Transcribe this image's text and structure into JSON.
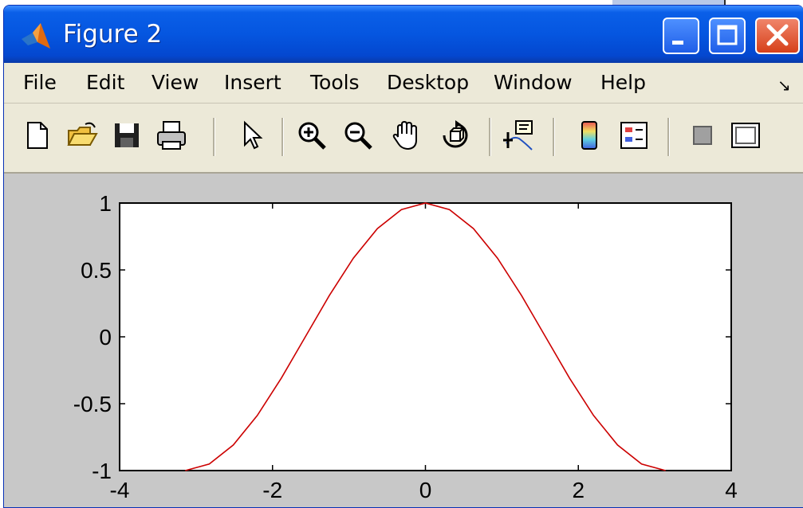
{
  "window": {
    "title": "Figure 2"
  },
  "menu": [
    {
      "label": "File"
    },
    {
      "label": "Edit"
    },
    {
      "label": "View"
    },
    {
      "label": "Insert"
    },
    {
      "label": "Tools"
    },
    {
      "label": "Desktop"
    },
    {
      "label": "Window"
    },
    {
      "label": "Help"
    }
  ],
  "toolbar": {
    "icons": [
      "new-figure-icon",
      "open-file-icon",
      "save-figure-icon",
      "print-figure-icon",
      "edit-plot-icon",
      "zoom-in-icon",
      "zoom-out-icon",
      "pan-icon",
      "rotate-3d-icon",
      "data-cursor-icon",
      "insert-colorbar-icon",
      "insert-legend-icon",
      "hide-plot-tools-icon",
      "show-plot-tools-icon"
    ]
  },
  "colors": {
    "titlebar": "#0556e0",
    "curve": "#cc0000",
    "figure_background": "#c8c8c8",
    "axes_background": "#ffffff"
  },
  "chart_data": {
    "type": "line",
    "title": "",
    "xlabel": "",
    "ylabel": "",
    "xlim": [
      -4,
      4
    ],
    "ylim": [
      -1,
      1
    ],
    "xticks": [
      -4,
      -2,
      0,
      2,
      4
    ],
    "yticks": [
      -1,
      -0.5,
      0,
      0.5,
      1
    ],
    "xtick_labels": [
      "-4",
      "-2",
      "0",
      "2",
      "4"
    ],
    "ytick_labels": [
      "-1",
      "-0.5",
      "0",
      "0.5",
      "1"
    ],
    "grid": false,
    "series": [
      {
        "color": "#cc0000",
        "x": [
          -3.1416,
          -2.8274,
          -2.5133,
          -2.1991,
          -1.885,
          -1.5708,
          -1.2566,
          -0.9425,
          -0.6283,
          -0.3142,
          0,
          0.3142,
          0.6283,
          0.9425,
          1.2566,
          1.5708,
          1.885,
          2.1991,
          2.5133,
          2.8274,
          3.1416
        ],
        "y": [
          -1,
          -0.951,
          -0.809,
          -0.588,
          -0.309,
          0,
          0.309,
          0.588,
          0.809,
          0.951,
          1,
          0.951,
          0.809,
          0.588,
          0.309,
          0,
          -0.309,
          -0.588,
          -0.809,
          -0.951,
          -1
        ]
      }
    ]
  }
}
